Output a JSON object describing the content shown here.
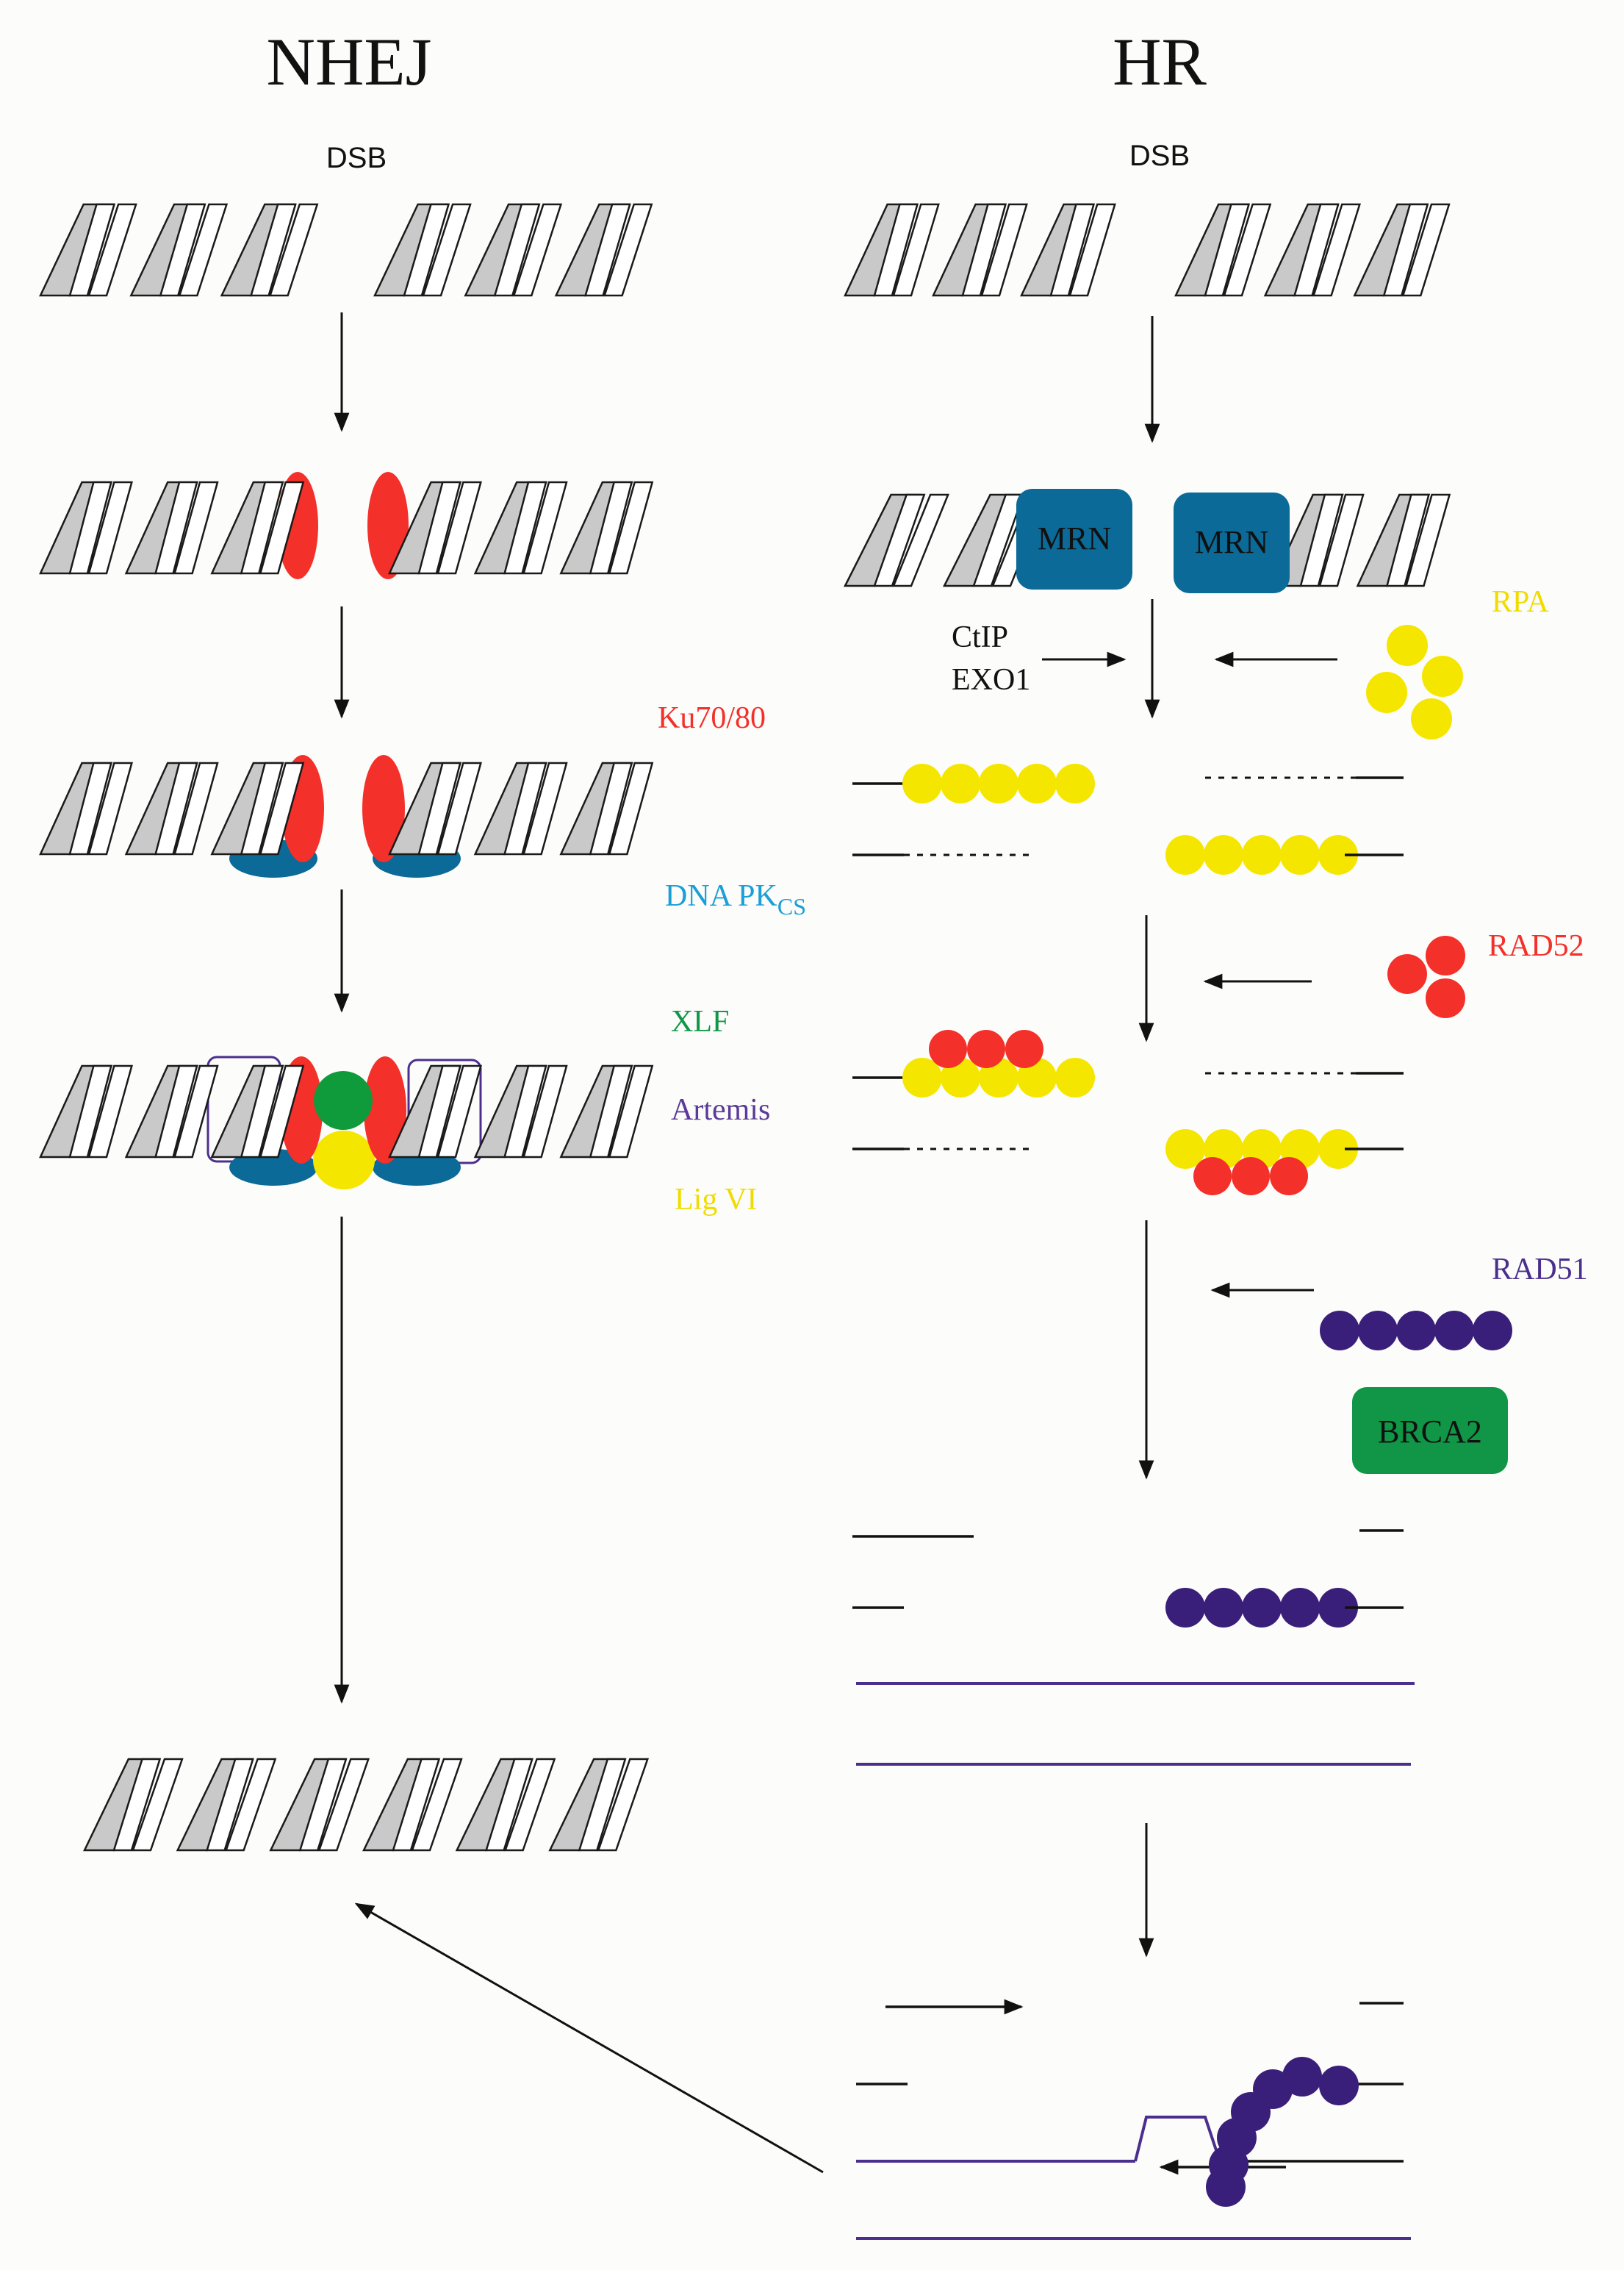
{
  "titles": {
    "nhej": "NHEJ",
    "hr": "HR"
  },
  "dsb_labels": {
    "nhej": "DSB",
    "hr": "DSB"
  },
  "nhej_labels": {
    "ku": "Ku70/80",
    "dnapk": "DNA PK",
    "dnapk_sub": "CS",
    "xlf": "XLF",
    "artemis": "Artemis",
    "lig": "Lig VI"
  },
  "hr_labels": {
    "mrn_left": "MRN",
    "mrn_right": "MRN",
    "ctip": "CtIP",
    "exo1": "EXO1",
    "rpa": "RPA",
    "rad52": "RAD52",
    "rad51": "RAD51",
    "brca2": "BRCA2"
  },
  "colors": {
    "ku": "#f4302a",
    "dnapk": "#0b6a97",
    "xlf": "#0f9a3c",
    "artemis": "#4b2f8f",
    "lig": "#f5e600",
    "rpa": "#f5e600",
    "rad52": "#f4302a",
    "rad51": "#3a1f7a",
    "brca2": "#109646",
    "mrn": "#0b6a97",
    "label_dnapk": "#1a9fd6",
    "label_xlf": "#109646",
    "label_artemis": "#5a3a9a",
    "label_rpa": "#f0dc00",
    "label_ku": "#f4302a",
    "label_rad52": "#f4302a",
    "label_rad51": "#4b2f8f",
    "template_line": "#4b2f8f"
  }
}
